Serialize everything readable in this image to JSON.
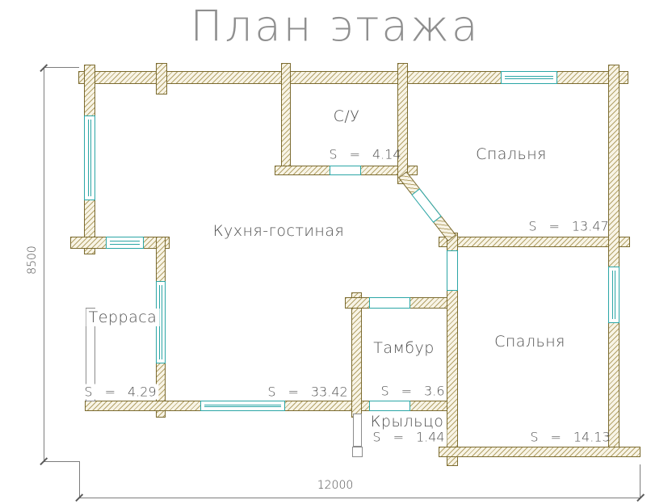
{
  "title": "План этажа",
  "symbols": {
    "s": "S",
    "eq": "="
  },
  "rooms": {
    "bathroom": {
      "name": "С/У",
      "area": "4.14"
    },
    "bedroom1": {
      "name": "Спальня",
      "area": "13.47"
    },
    "kitchen": {
      "name": "Кухня-гостиная",
      "area": "33.42"
    },
    "terrace": {
      "name": "Терраса",
      "area": "4.29"
    },
    "vestibule": {
      "name": "Тамбур",
      "area": "3.6"
    },
    "porch": {
      "name": "Крыльцо",
      "area": "1.44"
    },
    "bedroom2": {
      "name": "Спальня",
      "area": "14.13"
    }
  },
  "dimensions": {
    "height": "8500",
    "width": "12000"
  },
  "colors": {
    "wall_border": "#7b6b30",
    "wall_hatch": "#b3a268",
    "wall_fill": "#f8f4e6",
    "window_frame": "#2ba6a6",
    "dimension_line": "#7d7d7d",
    "label_text": "#4f4f4f",
    "title_text": "#8f8f8f"
  }
}
